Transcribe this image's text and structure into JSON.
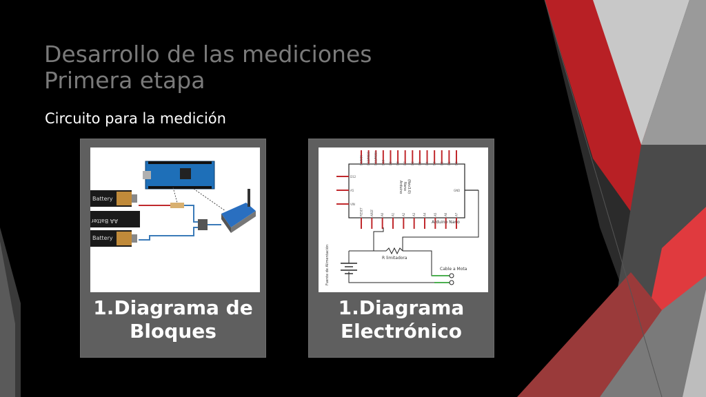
{
  "slide": {
    "title_line1": "Desarrollo de las mediciones",
    "title_line2": "Primera etapa",
    "subtitle": "Circuito para la medición"
  },
  "cards": [
    {
      "label_line1": "1.Diagrama de",
      "label_line2": "Bloques",
      "image": {
        "battery_label": "Battery",
        "battery_label_flipped": "AA Batter"
      }
    },
    {
      "label_line1": "1.Diagrama",
      "label_line2": "Electrónico",
      "image": {
        "chip_name_line1": "Arduino",
        "chip_name_line2": "Nano",
        "chip_name_line3": "(Rev3.0)",
        "board_label": "Arduino Nano",
        "resistor_label": "R limitadora",
        "supply_label": "Fuente de Alimentación",
        "output_label": "Cable a Mota",
        "left_pins": [
          "D12",
          "A5",
          "VIN"
        ],
        "right_pin": "GND",
        "top_pins": [
          "D1/SCK",
          "D12/MISO",
          "D11/MOSI",
          "D10",
          "D9",
          "D8",
          "D7",
          "D6",
          "D5",
          "D4",
          "D3",
          "D2",
          "D1",
          "D0"
        ],
        "bottom_pins": [
          "RESET",
          "AREF",
          "A0",
          "A1",
          "A2",
          "A3",
          "A4",
          "A5",
          "A6",
          "A7"
        ]
      }
    }
  ],
  "colors": {
    "background": "#000000",
    "accent_red": "#c0282c",
    "title_gray": "#7a7a7a",
    "card_gray": "#5f5f5f",
    "wire_blue": "#3a7ab8",
    "wire_green": "#4caf50"
  }
}
